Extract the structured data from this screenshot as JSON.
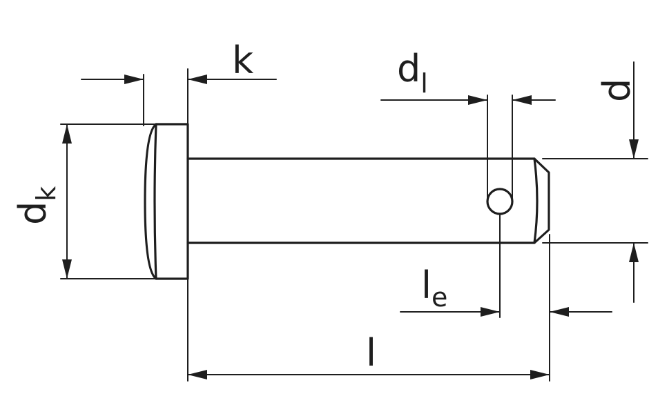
{
  "labels": {
    "k": "k",
    "d_l_main": "d",
    "d_l_sub": "l",
    "d": "d",
    "d_k_main": "d",
    "d_k_sub": "k",
    "l_e_main": "l",
    "l_e_sub": "e",
    "l": "l"
  }
}
